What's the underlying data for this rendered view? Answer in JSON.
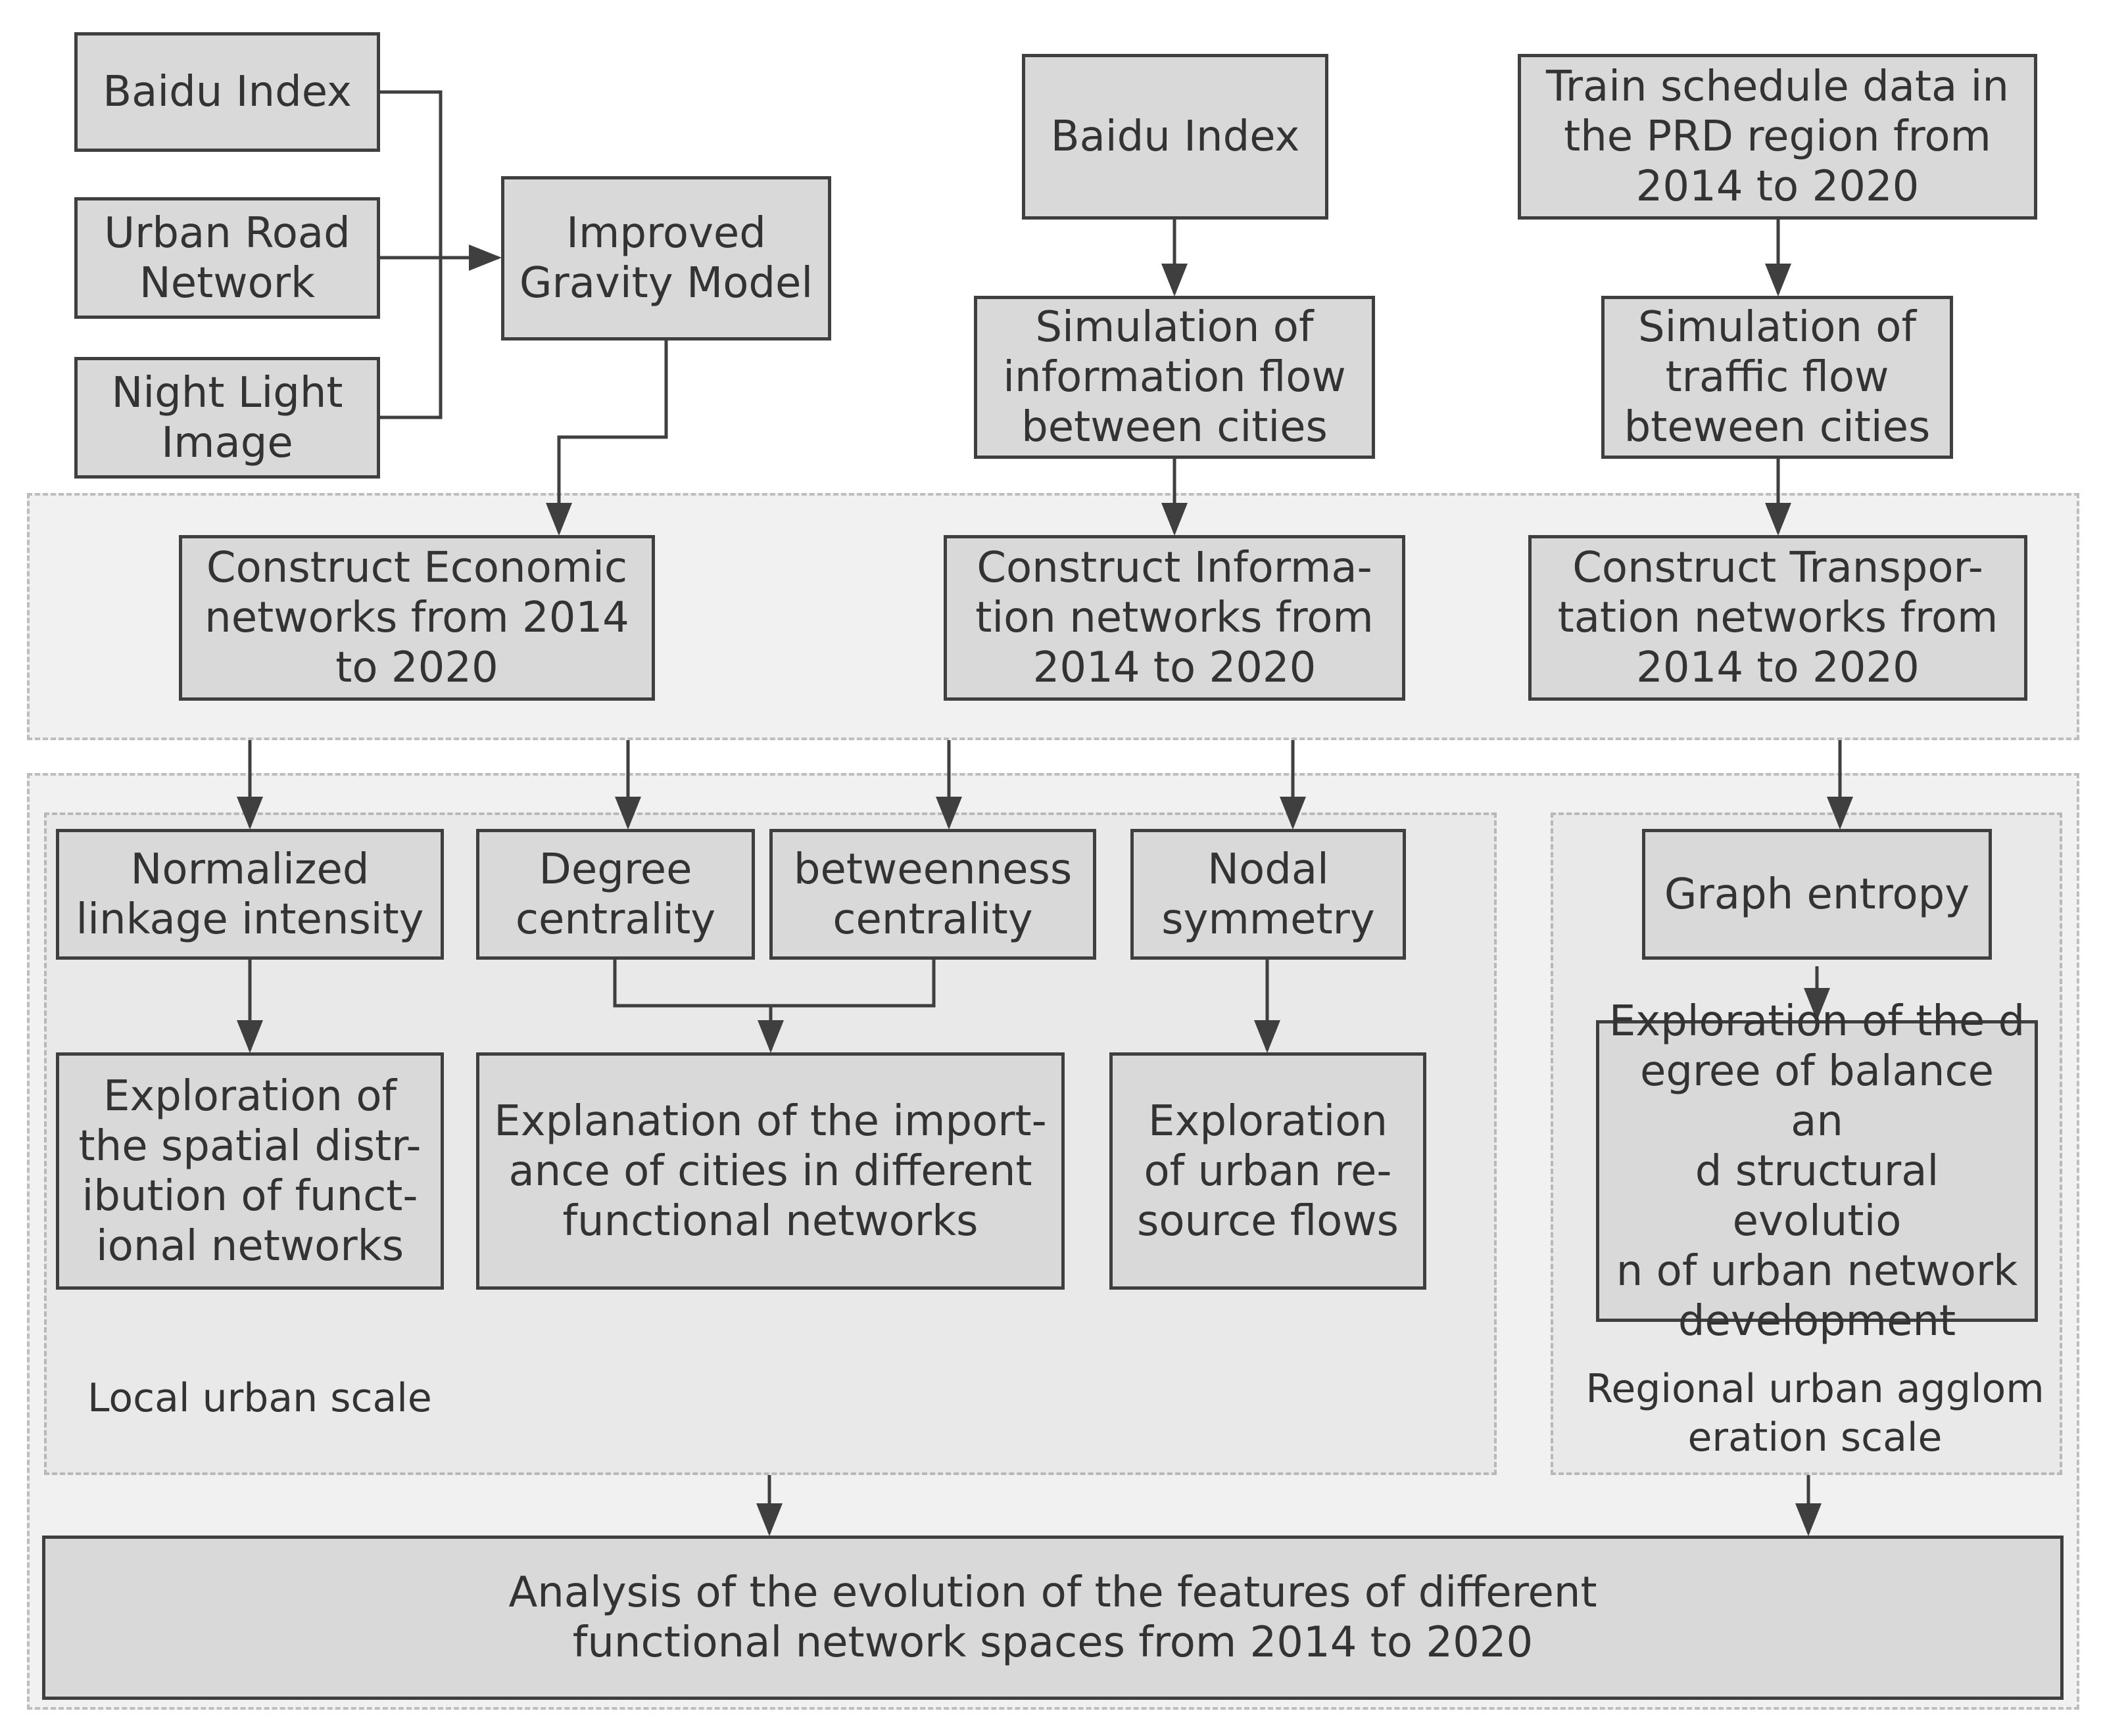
{
  "colors": {
    "box_fill": "#d9d9d9",
    "box_border": "#3f3f3f",
    "region_fill": "#f1f1f1",
    "inner_region_fill": "#e9e9e9",
    "dash_border": "#bdbdbd",
    "line": "#3f3f3f",
    "text": "#333333"
  },
  "inputs": {
    "baidu_index_left": "Baidu Index",
    "urban_road_network": "Urban Road\nNetwork",
    "night_light_image": "Night Light\nImage",
    "improved_gravity_model": "Improved\nGravity Model",
    "baidu_index_center": "Baidu Index",
    "info_flow_simulation": "Simulation of\ninformation flow\nbetween cities",
    "train_schedule_data": "Train schedule data in\nthe PRD region from\n2014 to 2020",
    "traffic_flow_simulation": "Simulation of\ntraffic flow\nbteween cities"
  },
  "networks": {
    "economic": "Construct Economic\nnetworks from 2014\nto 2020",
    "information": "Construct Informa-\ntion networks from\n2014 to 2020",
    "transportation": "Construct Transpor-\ntation networks from\n2014 to 2020"
  },
  "local_scale": {
    "label": "Local urban scale",
    "normalized_linkage": "Normalized\nlinkage intensity",
    "degree_centrality": "Degree\ncentrality",
    "betweenness_centrality": "betweenness\ncentrality",
    "nodal_symmetry": "Nodal\nsymmetry",
    "exploration_spatial": "Exploration of\nthe spatial distr-\nibution of funct-\nional networks",
    "explanation_importance": "Explanation of the import-\nance of cities in different\nfunctional networks",
    "exploration_resource": "Exploration\nof urban re-\nsource flows"
  },
  "regional_scale": {
    "label": "Regional urban agglom\neration scale",
    "graph_entropy": "Graph entropy",
    "exploration_balance": "Exploration of the d\negree of balance an\nd structural evolutio\nn of urban network\ndevelopment"
  },
  "final": {
    "analysis": "Analysis of the evolution of the features of different\nfunctional network spaces from 2014 to 2020"
  }
}
